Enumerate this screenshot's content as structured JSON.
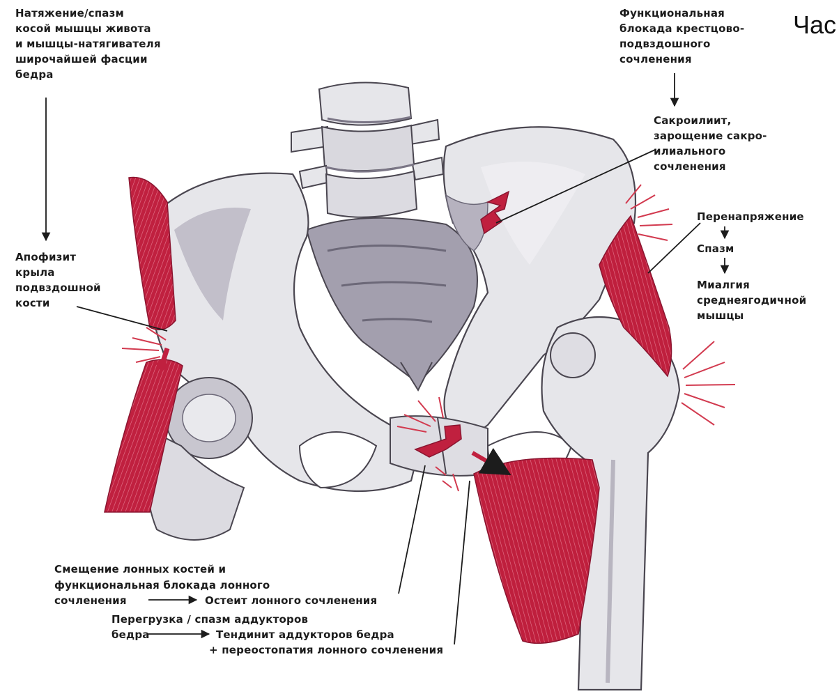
{
  "heading": "Час",
  "labels": {
    "oblique_spasm": "Натяжение/спазм\nкосой мышцы живота\nи мышцы-натягивателя\nширочайшей фасции\nбедра",
    "apophysitis": "Апофизит\nкрыла\nподвздошной\nкости",
    "si_block": "Функциональная\nблокада крестцово-\nподвздошного\nсочленения",
    "sacroiliitis": "Сакроилиит,\nзарощение сакро-\nилиального\nсочленения",
    "overstrain": "Перенапряжение",
    "spasm": "Спазм",
    "myalgia": "Миалгия\nсреднеягодичной\nмышцы",
    "pubic_shift_line1": "Смещение лонных костей и",
    "pubic_shift_line2": "функциональная блокада лонного",
    "pubic_shift_line3_a": "сочленения",
    "pubic_shift_line3_b": "Остеит лонного сочленения",
    "adductor_line1": "Перегрузка / спазм аддукторов",
    "adductor_line2_a": "бедра",
    "adductor_line2_b": "Тендинит аддукторов бедра",
    "adductor_line3": "+ переостопатия лонного сочленения"
  },
  "colors": {
    "bone_fill": "#e6e6ea",
    "bone_shadow": "#8f8b9a",
    "bone_outline": "#4a4650",
    "muscle": "#c0203f",
    "muscle_light": "#d9607a",
    "pain_rays": "#d23a4f",
    "line": "#1c1c1c"
  }
}
